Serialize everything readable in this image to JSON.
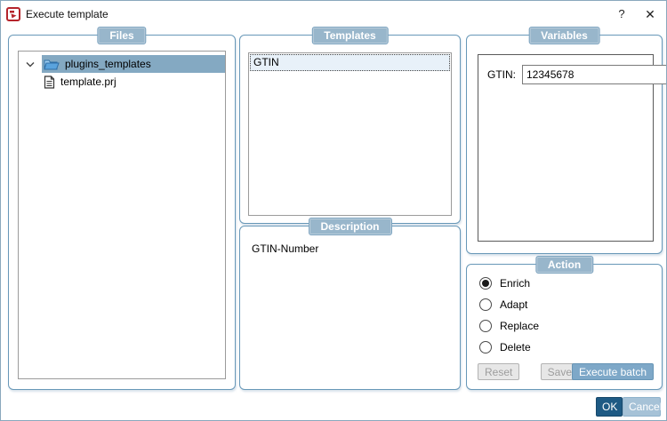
{
  "window": {
    "title": "Execute template",
    "help_label": "?",
    "close_label": "✕"
  },
  "groups": {
    "files_label": "Files",
    "templates_label": "Templates",
    "description_label": "Description",
    "variables_label": "Variables",
    "action_label": "Action"
  },
  "files_tree": {
    "root": {
      "label": "plugins_templates",
      "expanded": true,
      "selected": true
    },
    "child": {
      "label": "template.prj"
    }
  },
  "templates_list": {
    "items": [
      {
        "label": "GTIN",
        "selected": true
      }
    ]
  },
  "description": {
    "text": "GTIN-Number"
  },
  "variables": {
    "fields": [
      {
        "label": "GTIN:",
        "value": "12345678"
      }
    ]
  },
  "action": {
    "options": [
      {
        "label": "Enrich",
        "selected": true
      },
      {
        "label": "Adapt",
        "selected": false
      },
      {
        "label": "Replace",
        "selected": false
      },
      {
        "label": "Delete",
        "selected": false
      }
    ],
    "reset_label": "Reset",
    "save_label": "Save",
    "execute_label": "Execute batch"
  },
  "footer": {
    "ok_label": "OK",
    "cancel_label": "Cancel"
  },
  "colors": {
    "group_border": "#6898b8",
    "badge_bg": "#98b6cb",
    "tree_selection": "#84a9c2",
    "list_item_bg": "#e8f1f9",
    "primary_dark": "#1e5a84",
    "primary_light": "#a6c2d7",
    "execute_button": "#7ea8c8",
    "app_icon_red": "#b5242b"
  }
}
